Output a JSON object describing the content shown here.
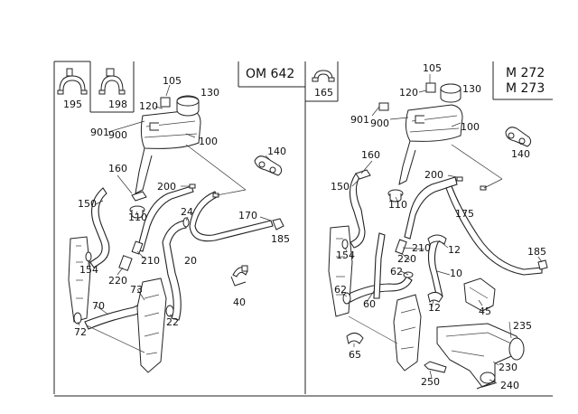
{
  "left_panel": {
    "model": "OM 642",
    "inset_labels": [
      "195",
      "198"
    ],
    "labels": {
      "p105": "105",
      "p130": "130",
      "p120": "120",
      "p901": "901",
      "p900": "900",
      "p100": "100",
      "p140": "140",
      "p160": "160",
      "p150": "150",
      "p110": "110",
      "p200": "200",
      "p24": "24",
      "p170": "170",
      "p185": "185",
      "p154": "154",
      "p210": "210",
      "p20": "20",
      "p220": "220",
      "p73": "73",
      "p70": "70",
      "p22": "22",
      "p40": "40",
      "p72": "72"
    }
  },
  "right_panel": {
    "model_line1": "M 272",
    "model_line2": "M 273",
    "inset_label": "165",
    "labels": {
      "p105": "105",
      "p120": "120",
      "p130": "130",
      "p901": "901",
      "p900": "900",
      "p100": "100",
      "p140": "140",
      "p160": "160",
      "p150": "150",
      "p200": "200",
      "p110": "110",
      "p175": "175",
      "p154": "154",
      "p210": "210",
      "p12a": "12",
      "p185": "185",
      "p220": "220",
      "p62a": "62",
      "p10": "10",
      "p62b": "62",
      "p60": "60",
      "p12b": "12",
      "p45": "45",
      "p235": "235",
      "p65": "65",
      "p230": "230",
      "p250": "250",
      "p240": "240"
    }
  }
}
